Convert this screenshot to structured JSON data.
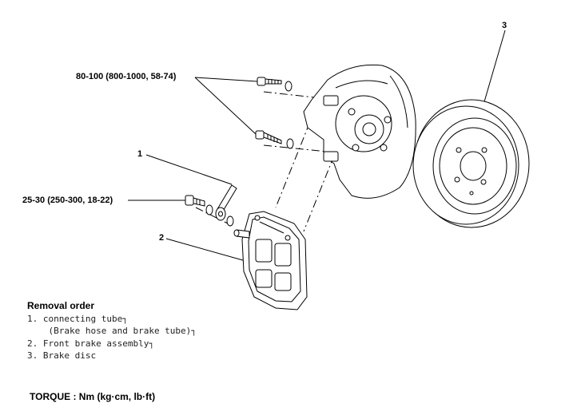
{
  "callouts": {
    "num1": "1",
    "num2": "2",
    "num3": "3"
  },
  "torque_labels": {
    "hub_bolts": "80-100  (800-1000,  58-74)",
    "hose_bolt": "25-30  (250-300,  18-22)"
  },
  "removal_order": {
    "heading": "Removal  order",
    "steps": [
      "1. connecting tube┐",
      "    (Brake hose and brake tube)┐",
      "2. Front brake assembly┐",
      "3. Brake disc"
    ]
  },
  "torque_unit": "TORQUE  :  Nm  (kg·cm,  lb·ft)",
  "colors": {
    "line": "#000000",
    "paper": "#ffffff"
  }
}
